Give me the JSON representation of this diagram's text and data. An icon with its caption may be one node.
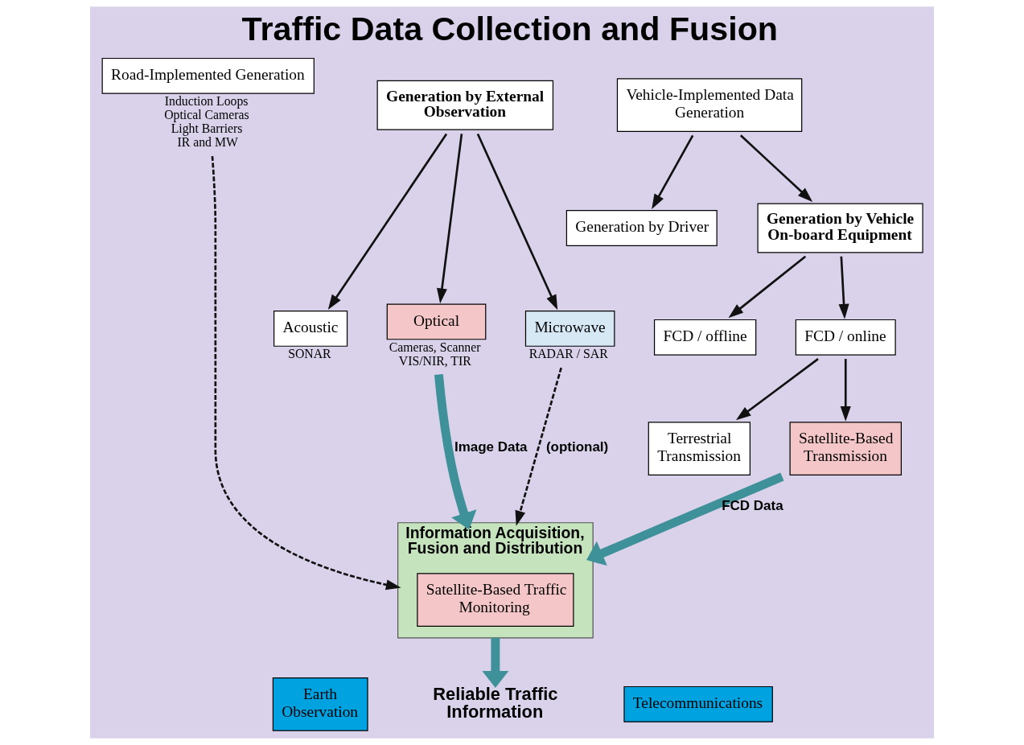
{
  "diagram": {
    "title": "Traffic Data Collection and Fusion",
    "nodes": [
      {
        "text": [
          "Road-Implemented Generation"
        ],
        "beside": [
          "Induction Loops Optical Cameras Light Barriers IR and MW"
        ]
      },
      {
        "text": [
          "Generation by External Observation"
        ]
      },
      {
        "text": [
          "Vehicle-Implemented Data Generation"
        ]
      },
      {
        "text": [
          "Generation by Driver"
        ]
      },
      {
        "text": [
          "Generation by Vehicle On-board Equipment"
        ]
      },
      {
        "text": [
          "Acoustic"
        ],
        "beside": [
          "SONAR"
        ]
      },
      {
        "text": [
          "Optical"
        ],
        "beside": [
          "Cameras, Scanner VIS/NIR, TIR"
        ]
      },
      {
        "text": [
          "Microwave"
        ],
        "beside": [
          "RADAR / SAR"
        ]
      },
      {
        "text": [
          "FCD / offline"
        ]
      },
      {
        "text": [
          "FCD / online"
        ]
      },
      {
        "text": [
          "Terrestrial Transmission"
        ]
      },
      {
        "text": [
          "Satellite-Based Transmission"
        ]
      },
      {
        "text": [
          "Information Acquisition, Fusion and Distribution"
        ]
      },
      {
        "text": [
          "Satellite-Based Traffic Monitoring"
        ],
        "in": 12
      },
      {
        "text": [
          "Earth Observation"
        ]
      },
      {
        "text": [
          "Telecommunications"
        ]
      },
      {
        "text": [
          "Reliable Traffic Information"
        ]
      }
    ],
    "edges": [
      {
        "from": 1,
        "to": 5,
        "arrow": "to"
      },
      {
        "from": 1,
        "to": 6,
        "arrow": "to"
      },
      {
        "from": 1,
        "to": 7,
        "arrow": "to"
      },
      {
        "from": 2,
        "to": 3,
        "arrow": "to"
      },
      {
        "from": 2,
        "to": 4,
        "arrow": "to"
      },
      {
        "from": 4,
        "to": 8,
        "arrow": "to"
      },
      {
        "from": 4,
        "to": 9,
        "arrow": "to"
      },
      {
        "from": 9,
        "to": 10,
        "arrow": "to"
      },
      {
        "from": 9,
        "to": 11,
        "arrow": "to"
      },
      {
        "from": 0,
        "to": 12,
        "arrow": "to",
        "style": "dashed"
      },
      {
        "from": 6,
        "to": 12,
        "arrow": "to",
        "label": "Image Data",
        "style": "thick",
        "color": "#3f9199"
      },
      {
        "from": 7,
        "to": 12,
        "arrow": "to",
        "label": "(optional)",
        "style": "dashed"
      },
      {
        "from": 11,
        "to": 12,
        "arrow": "to",
        "label": "FCD Data",
        "style": "thick",
        "color": "#3f9199"
      },
      {
        "from": 12,
        "to": 16,
        "arrow": "to",
        "style": "thick",
        "color": "#3f9199"
      }
    ]
  }
}
